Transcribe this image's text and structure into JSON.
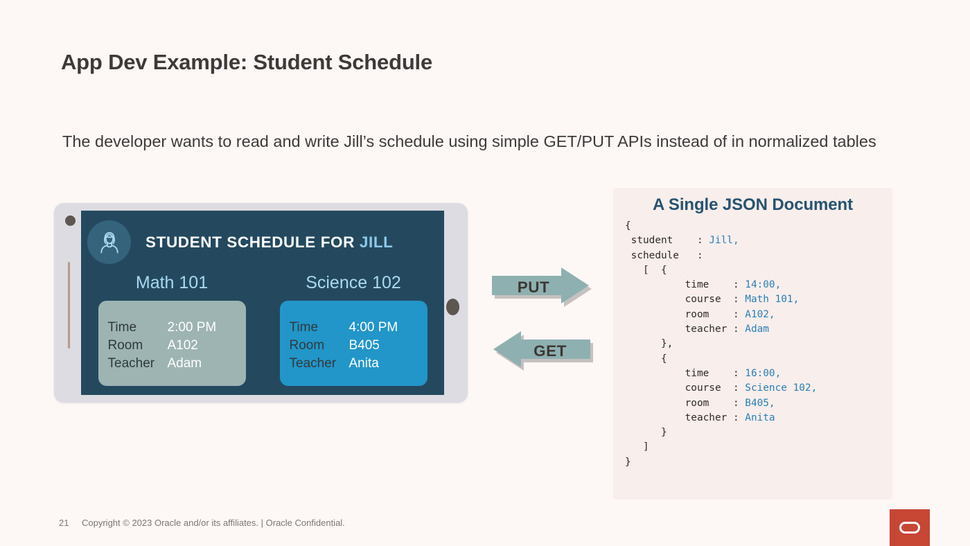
{
  "slide": {
    "title": "App Dev Example: Student Schedule",
    "body": "The developer wants to read and write Jill’s schedule using simple GET/PUT APIs instead of in normalized tables",
    "background_color": "#fdf8f6"
  },
  "device": {
    "screen_bg": "#24495f",
    "bezel_color": "#dcdce2",
    "header": {
      "title_prefix": "STUDENT SCHEDULE FOR ",
      "student_name": "JILL",
      "accent_color": "#8fc9e8",
      "avatar_icon": "student-avatar-icon"
    },
    "courses": [
      {
        "name": "Math 101",
        "card_color": "#9db4b2",
        "rows": [
          {
            "label": "Time",
            "value": "2:00 PM"
          },
          {
            "label": "Room",
            "value": "A102"
          },
          {
            "label": "Teacher",
            "value": "Adam"
          }
        ]
      },
      {
        "name": "Science 102",
        "card_color": "#2296c9",
        "rows": [
          {
            "label": "Time",
            "value": "4:00 PM"
          },
          {
            "label": "Room",
            "value": "B405"
          },
          {
            "label": "Teacher",
            "value": "Anita"
          }
        ]
      }
    ]
  },
  "arrows": {
    "color": "#8fb0b0",
    "put": {
      "label": "PUT",
      "direction": "right"
    },
    "get": {
      "label": "GET",
      "direction": "left"
    }
  },
  "json_panel": {
    "title": "A Single JSON Document",
    "background_color": "#f8eeec",
    "title_color": "#27536f",
    "value_color": "#2a7fb3",
    "document": {
      "student": "Jill",
      "schedule": [
        {
          "time": "14:00",
          "course": "Math 101",
          "room": "A102",
          "teacher": "Adam"
        },
        {
          "time": "16:00",
          "course": "Science 102",
          "room": "B405",
          "teacher": "Anita"
        }
      ]
    },
    "lines": [
      [
        {
          "t": "{",
          "c": "k"
        }
      ],
      [
        {
          "t": " student    : ",
          "c": "k"
        },
        {
          "t": "Jill,",
          "c": "v"
        }
      ],
      [
        {
          "t": " schedule   :",
          "c": "k"
        }
      ],
      [
        {
          "t": "   [  {",
          "c": "k"
        }
      ],
      [
        {
          "t": "          time    : ",
          "c": "k"
        },
        {
          "t": "14:00,",
          "c": "v"
        }
      ],
      [
        {
          "t": "          course  : ",
          "c": "k"
        },
        {
          "t": "Math 101,",
          "c": "v"
        }
      ],
      [
        {
          "t": "          room    : ",
          "c": "k"
        },
        {
          "t": "A102,",
          "c": "v"
        }
      ],
      [
        {
          "t": "          teacher : ",
          "c": "k"
        },
        {
          "t": "Adam",
          "c": "v"
        }
      ],
      [
        {
          "t": "      },",
          "c": "k"
        }
      ],
      [
        {
          "t": "      {",
          "c": "k"
        }
      ],
      [
        {
          "t": "          time    : ",
          "c": "k"
        },
        {
          "t": "16:00,",
          "c": "v"
        }
      ],
      [
        {
          "t": "          course  : ",
          "c": "k"
        },
        {
          "t": "Science 102,",
          "c": "v"
        }
      ],
      [
        {
          "t": "          room    : ",
          "c": "k"
        },
        {
          "t": "B405,",
          "c": "v"
        }
      ],
      [
        {
          "t": "          teacher : ",
          "c": "k"
        },
        {
          "t": "Anita",
          "c": "v"
        }
      ],
      [
        {
          "t": "      }",
          "c": "k"
        }
      ],
      [
        {
          "t": "   ]",
          "c": "k"
        }
      ],
      [
        {
          "t": "}",
          "c": "k"
        }
      ]
    ]
  },
  "footer": {
    "page_number": "21",
    "copyright": "Copyright © 2023 Oracle and/or its affiliates. | Oracle Confidential.",
    "logo_color": "#c74634",
    "logo_name": "oracle-logo"
  }
}
